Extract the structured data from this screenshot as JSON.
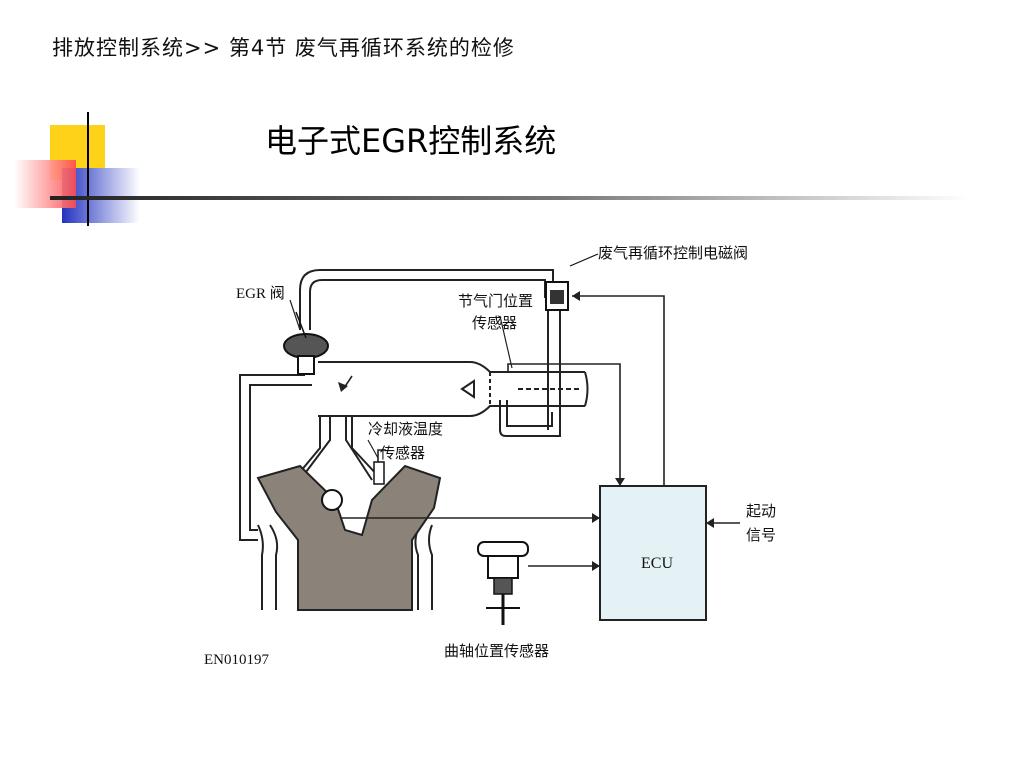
{
  "header": {
    "breadcrumb": "排放控制系统>> 第4节 废气再循环系统的检修",
    "title": "电子式EGR控制系统"
  },
  "diagram": {
    "labels": {
      "egr_valve": "EGR 阀",
      "solenoid_valve": "废气再循环控制电磁阀",
      "throttle_sensor_line1": "节气门位置",
      "throttle_sensor_line2": "传感器",
      "coolant_sensor_line1": "冷却液温度",
      "coolant_sensor_line2": "传感器",
      "start_signal_line1": "起动",
      "start_signal_line2": "信号",
      "ecu": "ECU",
      "crank_sensor": "曲轴位置传感器",
      "figure_code": "EN010197"
    }
  },
  "colors": {
    "deco_yellow": "#ffd21a",
    "deco_red": "#ff5a5a",
    "deco_blue": "#2e3cc7",
    "ecu_fill": "#e4f2f6",
    "engine_fill": "#8b8279"
  }
}
